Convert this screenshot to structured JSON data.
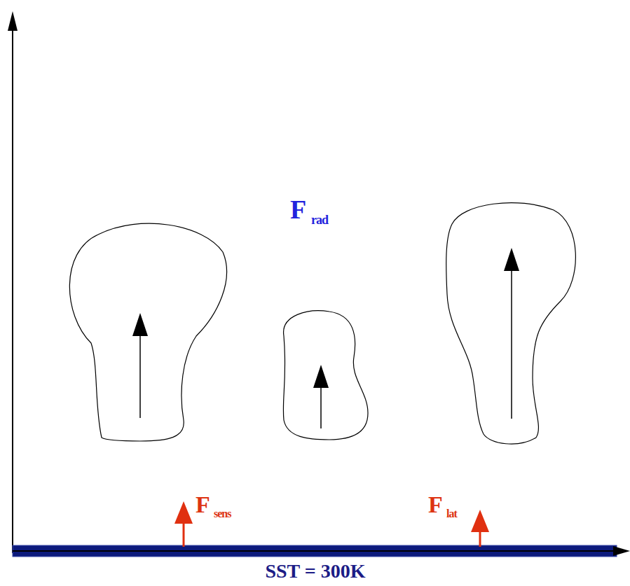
{
  "diagram": {
    "labels": [
      "F",
      "rad",
      "F",
      "sens",
      "F",
      "lat",
      "SST = 300K"
    ]
  }
}
